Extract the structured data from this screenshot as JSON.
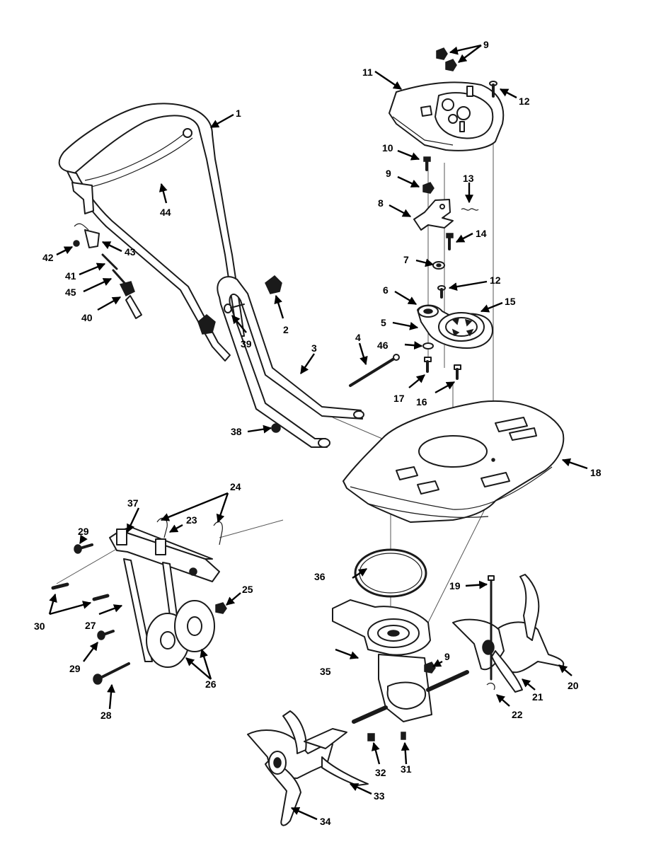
{
  "callouts": {
    "c1": "1",
    "c2": "2",
    "c3": "3",
    "c4": "4",
    "c5": "5",
    "c6": "6",
    "c7": "7",
    "c8": "8",
    "c9": "9",
    "c10": "10",
    "c11": "11",
    "c12": "12",
    "c13": "13",
    "c14": "14",
    "c15": "15",
    "c16": "16",
    "c17": "17",
    "c18": "18",
    "c19": "19",
    "c20": "20",
    "c21": "21",
    "c22": "22",
    "c23": "23",
    "c24": "24",
    "c25": "25",
    "c26": "26",
    "c27": "27",
    "c28": "28",
    "c29": "29",
    "c30": "30",
    "c31": "31",
    "c32": "32",
    "c33": "33",
    "c34": "34",
    "c35": "35",
    "c36": "36",
    "c37": "37",
    "c38": "38",
    "c39": "39",
    "c40": "40",
    "c41": "41",
    "c42": "42",
    "c43": "43",
    "c44": "44",
    "c45": "45",
    "c46": "46"
  }
}
